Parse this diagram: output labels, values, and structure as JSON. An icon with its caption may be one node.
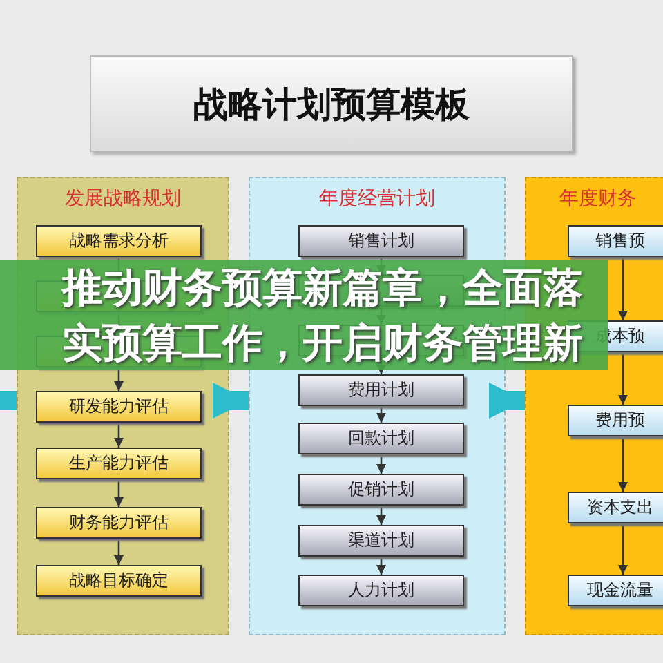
{
  "diagram": {
    "nodes": [
      {
        "text": [
          "战略计划预算模板"
        ]
      },
      {
        "text": [
          "发展战略规划"
        ]
      },
      {
        "text": [
          "战略需求分析"
        ],
        "in": 1
      },
      {
        "text": [],
        "shape": "box",
        "in": 1
      },
      {
        "text": [],
        "shape": "box",
        "in": 1
      },
      {
        "text": [
          "研发能力评估"
        ],
        "in": 1
      },
      {
        "text": [
          "生产能力评估"
        ],
        "in": 1
      },
      {
        "text": [
          "财务能力评估"
        ],
        "in": 1
      },
      {
        "text": [
          "战略目标确定"
        ],
        "in": 1
      },
      {
        "text": [
          "年度经营计划"
        ]
      },
      {
        "text": [
          "销售计划"
        ],
        "in": 9
      },
      {
        "text": [],
        "shape": "box",
        "in": 9
      },
      {
        "text": [],
        "shape": "box",
        "in": 9
      },
      {
        "text": [
          "费用计划"
        ],
        "in": 9
      },
      {
        "text": [
          "回款计划"
        ],
        "in": 9
      },
      {
        "text": [
          "促销计划"
        ],
        "in": 9
      },
      {
        "text": [
          "渠道计划"
        ],
        "in": 9
      },
      {
        "text": [
          "人力计划"
        ],
        "in": 9
      },
      {
        "text": [
          "年度财务"
        ]
      },
      {
        "text": [
          "销售预"
        ],
        "in": 18
      },
      {
        "text": [
          "成本预"
        ],
        "in": 18
      },
      {
        "text": [
          "费用预"
        ],
        "in": 18
      },
      {
        "text": [
          "资本支出"
        ],
        "in": 18
      },
      {
        "text": [
          "现金流量"
        ],
        "in": 18
      }
    ],
    "edges": [
      {
        "from": null,
        "to": 1,
        "arrow": "to",
        "style": "thick",
        "color": "#2cbccc"
      },
      {
        "from": 1,
        "to": 9,
        "arrow": "to",
        "style": "thick",
        "color": "#2cbccc"
      },
      {
        "from": 9,
        "to": 18,
        "arrow": "to",
        "style": "thick",
        "color": "#2cbccc"
      },
      {
        "from": 2,
        "to": 3,
        "arrow": "to"
      },
      {
        "from": 3,
        "to": 4,
        "arrow": "to"
      },
      {
        "from": 4,
        "to": 5,
        "arrow": "to"
      },
      {
        "from": 5,
        "to": 6,
        "arrow": "to"
      },
      {
        "from": 6,
        "to": 7,
        "arrow": "to"
      },
      {
        "from": 7,
        "to": 8,
        "arrow": "to"
      },
      {
        "from": 10,
        "to": 11,
        "arrow": "to"
      },
      {
        "from": 11,
        "to": 12,
        "arrow": "to"
      },
      {
        "from": 12,
        "to": 13,
        "arrow": "to"
      },
      {
        "from": 13,
        "to": 14,
        "arrow": "to"
      },
      {
        "from": 14,
        "to": 15,
        "arrow": "to"
      },
      {
        "from": 15,
        "to": 16,
        "arrow": "to"
      },
      {
        "from": 16,
        "to": 17,
        "arrow": "to"
      },
      {
        "from": 19,
        "to": 20,
        "arrow": "to"
      },
      {
        "from": 20,
        "to": 21,
        "arrow": "to"
      },
      {
        "from": 21,
        "to": 22,
        "arrow": "to"
      },
      {
        "from": 22,
        "to": 23,
        "arrow": "to"
      }
    ],
    "labels": [
      "推动财务预算新篇章，全面落实预算工作，开启财务管理新"
    ]
  }
}
